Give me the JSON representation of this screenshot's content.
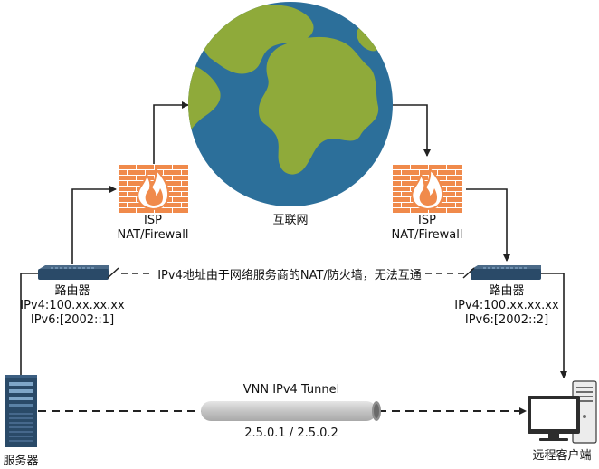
{
  "internet": {
    "label": "互联网"
  },
  "firewall_left": {
    "line1": "ISP",
    "line2": "NAT/Firewall"
  },
  "firewall_right": {
    "line1": "ISP",
    "line2": "NAT/Firewall"
  },
  "router_left": {
    "label": "路由器",
    "ipv4": "IPv4:100.xx.xx.xx",
    "ipv6": "IPv6:[2002::1]"
  },
  "router_right": {
    "label": "路由器",
    "ipv4": "IPv4:100.xx.xx.xx",
    "ipv6": "IPv6:[2002::2]"
  },
  "blocked_link": {
    "label": "IPv4地址由于网络服务商的NAT/防火墙，无法互通"
  },
  "tunnel": {
    "title": "VNN IPv4 Tunnel",
    "addresses": "2.5.0.1 / 2.5.0.2"
  },
  "server": {
    "label": "服务器"
  },
  "client": {
    "label": "远程客户端"
  },
  "colors": {
    "ocean": "#2c6f9a",
    "land": "#8faa3a",
    "brick": "#f08a4b",
    "mortar": "#ffffff",
    "device": "#2a4a68",
    "tube": "#c8c8c8"
  }
}
